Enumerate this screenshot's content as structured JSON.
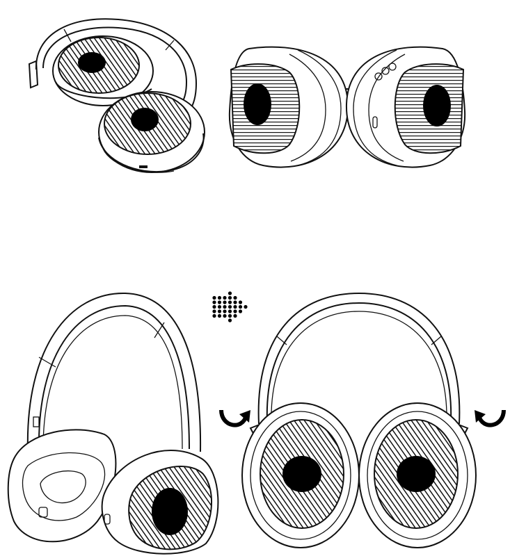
{
  "figure": {
    "panels": [
      {
        "id": "folded",
        "content": "folded-headphones"
      },
      {
        "id": "back",
        "content": "earcups-rear-view"
      },
      {
        "id": "perspective",
        "content": "headphones-side-perspective"
      },
      {
        "id": "front",
        "content": "headphones-front-view-rotation"
      }
    ],
    "icons": [
      "dot-matrix-mark-icon",
      "rotate-left-arrow-icon",
      "rotate-right-arrow-icon"
    ],
    "colors": {
      "line": "#111111",
      "fill": "#000000",
      "background": "#ffffff"
    }
  }
}
